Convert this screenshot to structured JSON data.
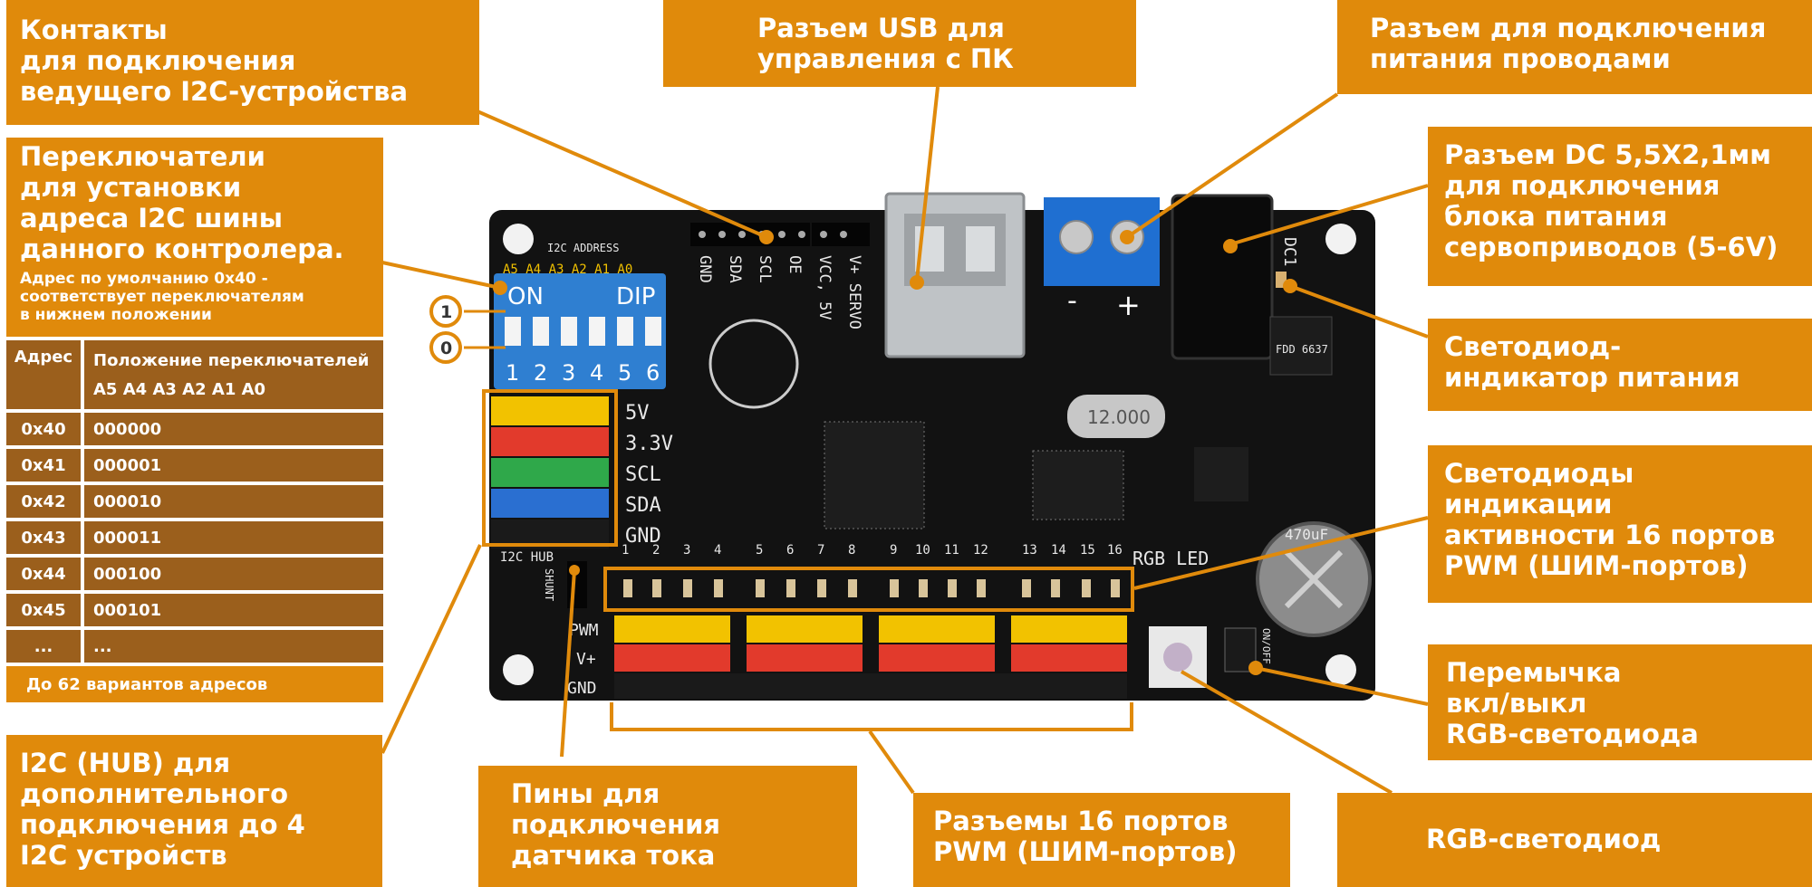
{
  "labels": {
    "i2c_master": "Контакты\nдля подключения\nведущего  I2C-устройства",
    "i2c_switches_title": "Переключатели\nдля установки\nадреса I2C шины\nданного контролера.",
    "i2c_switches_note": "Адрес по умолчанию 0x40 -\nсоответствует переключателям\nв нижнем положении",
    "usb": "Разъем USB для\nуправления с ПК",
    "wire_power": "Разъем для подключения\nпитания проводами",
    "dc_jack": "Разъем DC 5,5X2,1мм\nдля подключения\nблока питания\nсервоприводов  (5-6V)",
    "power_led": "Светодиод-\nиндикатор питания",
    "pwm_leds": "Светодиоды\nиндикации\nактивности 16 портов\nPWM (ШИМ-портов)",
    "rgb_jumper": "Перемычка\nвкл/выкл\nRGB-светодиода",
    "rgb_led": "RGB-светодиод",
    "pwm_ports": "Разъемы 16 портов\nPWM (ШИМ-портов)",
    "current_sensor": "Пины для\nподключения\nдатчика тока",
    "i2c_hub": "I2C (HUB) для\nдополнительного\nподключения до 4\nI2C устройств"
  },
  "address_table": {
    "header_addr": "Адрес",
    "header_pos": "Положение переключателей",
    "header_bits": "A5 A4 A3 A2 A1 A0",
    "rows": [
      {
        "addr": "0x40",
        "bits": "000000"
      },
      {
        "addr": "0x41",
        "bits": "000001"
      },
      {
        "addr": "0x42",
        "bits": "000010"
      },
      {
        "addr": "0x43",
        "bits": "000011"
      },
      {
        "addr": "0x44",
        "bits": "000100"
      },
      {
        "addr": "0x45",
        "bits": "000101"
      },
      {
        "addr": "...",
        "bits": "..."
      }
    ],
    "footer": "До 62 вариантов адресов"
  },
  "markers": {
    "one": "1",
    "zero": "0"
  },
  "board": {
    "i2c_address": "I2C ADDRESS",
    "switch_labels": "A5 A4 A3 A2 A1 A0",
    "on": "ON",
    "dip": "DIP",
    "switch_numbers": [
      "1",
      "2",
      "3",
      "4",
      "5",
      "6"
    ],
    "header_pins": [
      "GND",
      "SDA",
      "SCL",
      "OE",
      "VCC, 5V",
      "V+ SERVO"
    ],
    "bus_labels": [
      "5V",
      "3.3V",
      "SCL",
      "SDA",
      "GND"
    ],
    "i2c_hub": "I2C HUB",
    "shunt": "SHUNT",
    "row_labels": [
      "PWM",
      "V+",
      "GND"
    ],
    "port_numbers": [
      "1",
      "2",
      "3",
      "4",
      "5",
      "6",
      "7",
      "8",
      "9",
      "10",
      "11",
      "12",
      "13",
      "14",
      "15",
      "16"
    ],
    "rgb_led": "RGB LED",
    "crystal": "12.000",
    "minus": "-",
    "plus": "+",
    "dc1": "DC1",
    "onoff": "ON/OFF",
    "mosfet": "FDD 6637",
    "capacitor": "470uF"
  },
  "colors": {
    "accent": "#e08a0b",
    "table": "#9b5f1c",
    "pcb": "#121212"
  }
}
